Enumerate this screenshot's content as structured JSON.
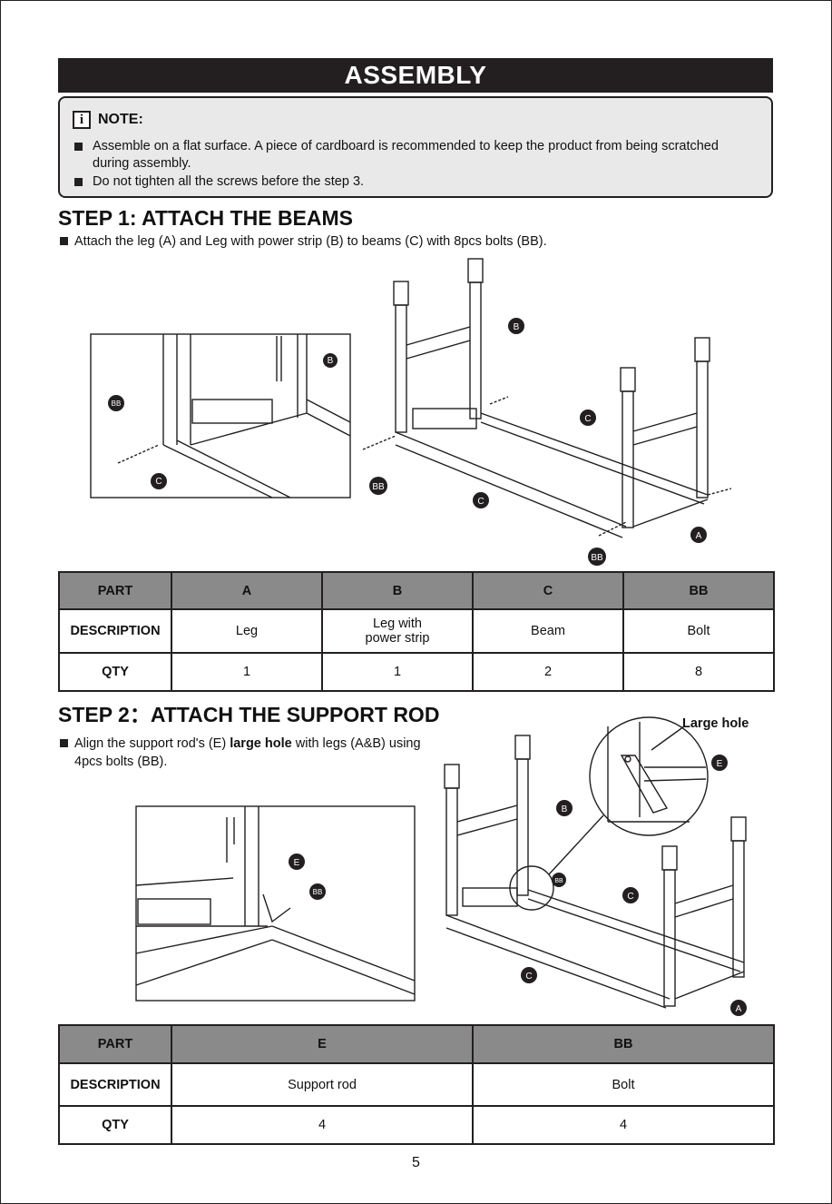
{
  "banner": {
    "title": "ASSEMBLY"
  },
  "note": {
    "title": "NOTE:",
    "icon": "info-icon",
    "items": [
      "Assemble on a flat surface. A piece of cardboard is recommended to keep the product from being scratched during assembly.",
      "Do not tighten all the screws before the step 3."
    ]
  },
  "step1": {
    "title": "STEP 1: ATTACH THE BEAMS",
    "instruction": "Attach the leg (A) and Leg with power strip (B) to beams (C) with 8pcs bolts (BB).",
    "labels": {
      "a": "A",
      "b": "B",
      "c": "C",
      "bb": "BB"
    },
    "table": {
      "headers": [
        "PART",
        "A",
        "B",
        "C",
        "BB"
      ],
      "description_label": "DESCRIPTION",
      "descriptions": [
        "Leg",
        "Leg with power strip",
        "Beam",
        "Bolt"
      ],
      "qty_label": "QTY",
      "qty": [
        "1",
        "1",
        "2",
        "8"
      ]
    }
  },
  "step2": {
    "title": "STEP 2：ATTACH THE SUPPORT ROD",
    "instruction_pre": "Align the support rod's (E) ",
    "instruction_bold": "large hole",
    "instruction_post": " with legs (A&B) using 4pcs bolts (BB).",
    "callout": "Large hole",
    "labels": {
      "a": "A",
      "b": "B",
      "c": "C",
      "e": "E",
      "bb": "BB"
    },
    "table": {
      "headers": [
        "PART",
        "E",
        "BB"
      ],
      "description_label": "DESCRIPTION",
      "descriptions": [
        "Support rod",
        "Bolt"
      ],
      "qty_label": "QTY",
      "qty": [
        "4",
        "4"
      ]
    }
  },
  "page_number": "5"
}
